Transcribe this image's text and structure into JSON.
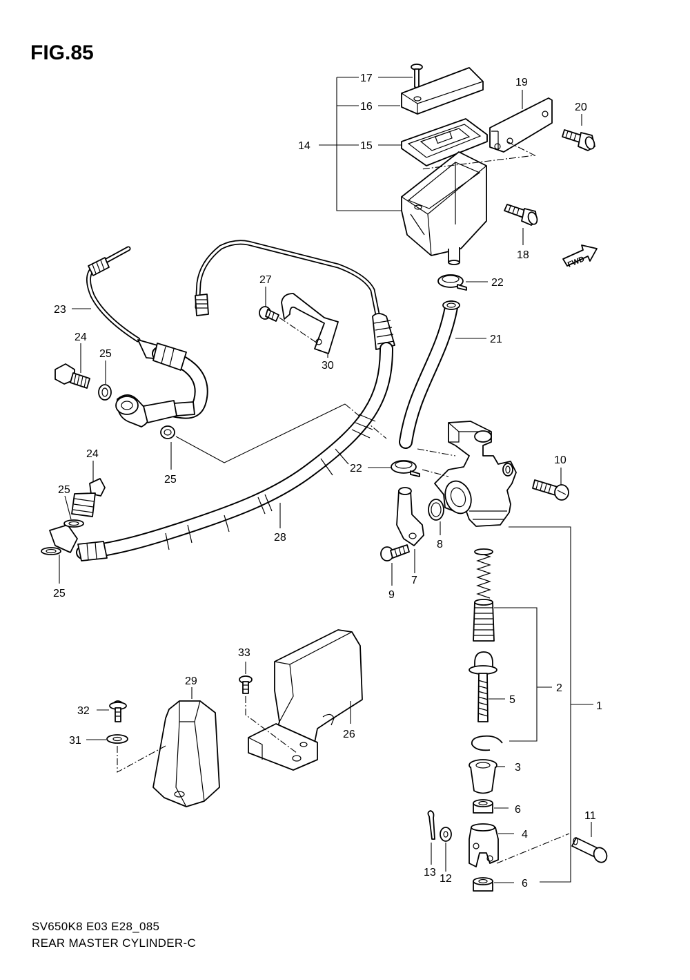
{
  "figure": {
    "title": "FIG.85",
    "model_code": "SV650K8 E03 E28_085",
    "caption": "REAR MASTER CYLINDER-C",
    "fwd_label": "FWD"
  },
  "callouts": {
    "c1": "1",
    "c2": "2",
    "c3": "3",
    "c4": "4",
    "c5": "5",
    "c6a": "6",
    "c6b": "6",
    "c7": "7",
    "c8": "8",
    "c9": "9",
    "c10": "10",
    "c11": "11",
    "c12": "12",
    "c13": "13",
    "c14": "14",
    "c15": "15",
    "c16": "16",
    "c17": "17",
    "c18": "18",
    "c19": "19",
    "c20": "20",
    "c21": "21",
    "c22a": "22",
    "c22b": "22",
    "c23": "23",
    "c24a": "24",
    "c24b": "24",
    "c25a": "25",
    "c25b": "25",
    "c25c": "25",
    "c25d": "25",
    "c26": "26",
    "c27": "27",
    "c28": "28",
    "c29": "29",
    "c30": "30",
    "c31": "31",
    "c32": "32",
    "c33": "33"
  }
}
